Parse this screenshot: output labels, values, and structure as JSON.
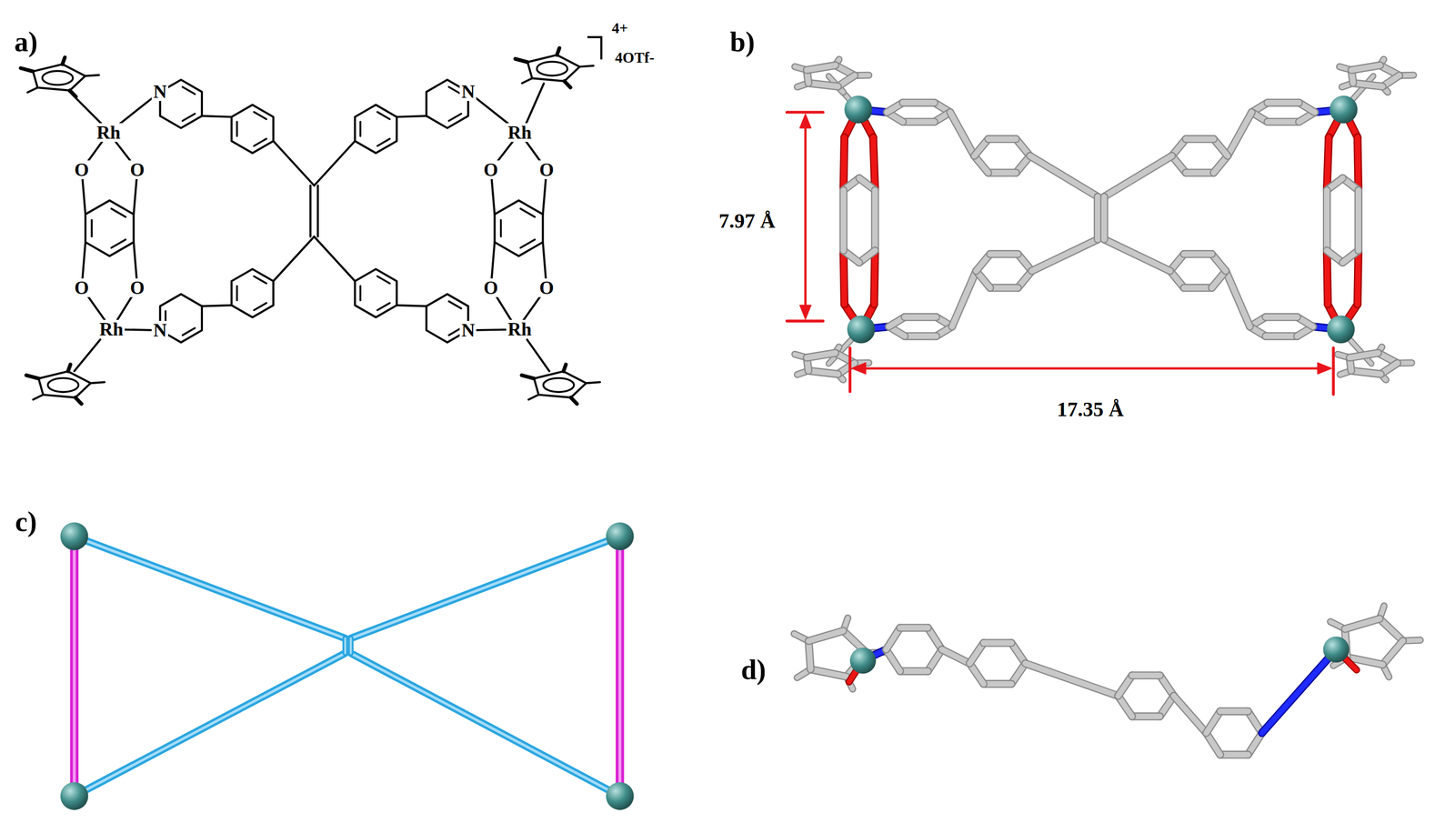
{
  "diagram": {
    "labels": [
      "a)",
      "Rh",
      "Rh",
      "Rh",
      "Rh",
      "N",
      "N",
      "N",
      "N",
      "O",
      "O",
      "O",
      "O",
      "O",
      "O",
      "O",
      "O",
      "4+",
      "4OTf-",
      "b)",
      "7.97 Å",
      "17.35 Å",
      "c)",
      "d)"
    ]
  }
}
